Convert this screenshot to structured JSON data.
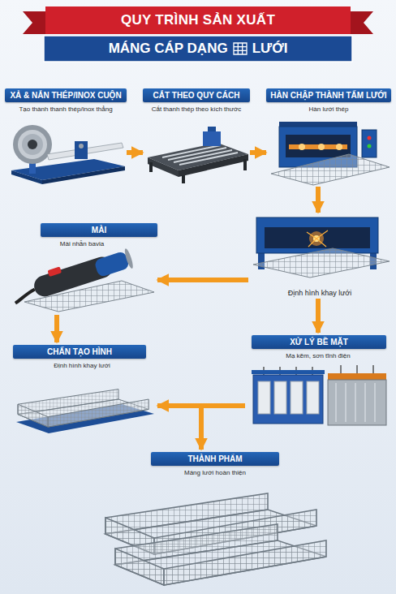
{
  "diagram": {
    "title": "QUY TRÌNH SẢN XUẤT",
    "nodes": [
      {
        "text": [
          "XẢ & NẮN THÉP/INOX CUỘN",
          "Tạo thành thanh thép/inox thẳng"
        ]
      },
      {
        "text": [
          "CẮT THEO QUY CÁCH",
          "Cắt thanh thép theo kích thước"
        ]
      },
      {
        "text": [
          "HÀN CHẬP THÀNH TẤM LƯỚI",
          "Hàn lưới thép"
        ]
      },
      {
        "text": [
          "Định hình khay lưới"
        ]
      },
      {
        "text": [
          "MÀI",
          "Mài nhẵn bavia"
        ]
      },
      {
        "text": [
          "XỬ LÝ BỀ MẶT",
          "Mạ kẽm, sơn tĩnh điện"
        ]
      },
      {
        "text": [
          "CHẤN TẠO HÌNH",
          "Định hình khay lưới"
        ]
      },
      {
        "text": [
          "THÀNH PHẨM",
          "Máng lưới hoàn thiện"
        ]
      }
    ],
    "edges": [
      {
        "from": 0,
        "to": 1,
        "arrow": "to"
      },
      {
        "from": 1,
        "to": 2,
        "arrow": "to"
      },
      {
        "from": 2,
        "to": 3,
        "arrow": "to"
      },
      {
        "from": 3,
        "to": 4,
        "arrow": "to"
      },
      {
        "from": 3,
        "to": 5,
        "arrow": "to"
      },
      {
        "from": 4,
        "to": 6,
        "arrow": "to"
      },
      {
        "from": 5,
        "to": 6,
        "arrow": "to"
      },
      {
        "from": 5,
        "to": 7,
        "arrow": "to"
      }
    ],
    "labels": [
      "MÁNG CÁP DẠNG",
      "LƯỚI"
    ]
  }
}
